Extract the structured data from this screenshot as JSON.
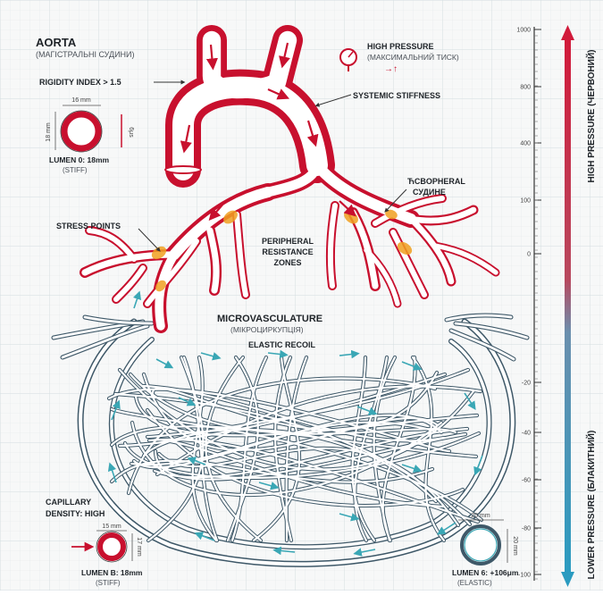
{
  "labels": {
    "aorta_title": "AORTA",
    "aorta_sub": "(МАГІСТРАЛЬНІ СУДИНИ)",
    "rigidity": "RIGIDITY INDEX > 1.5",
    "high_pressure_title": "HIGH PRESSURE",
    "high_pressure_sub": "(МАКСИМАЛЬНИЙ ТИСК)",
    "high_pressure_arrow": "→↑",
    "systemic_stiffness": "SYSTEMIC STIFFNESS",
    "ring_a_dim_top": "16 mm",
    "ring_a_dim_side": "18 mm",
    "ring_a_dim_right": "6μs",
    "lumen_a_line1": "LUMEN 0: 18mm",
    "lumen_a_line2": "(STIFF)",
    "peripheral_line1": "ЋCBOPHERAL",
    "peripheral_line2": "СУДИНЕ",
    "stress_points": "STRESS POINTS",
    "zones_line1": "PERIPHERAL",
    "zones_line2": "RESISTANCE",
    "zones_line3": "ZONES",
    "micro_title": "MICROVASCULATURE",
    "micro_sub": "(МІКРОЦИРКУПЦІЯ)",
    "elastic_recoil": "ELASTIC RECOIL",
    "capillary_line1": "CAPILLARY",
    "capillary_line2": "DENSITY: HIGH",
    "ring_b_dim_top": "15 mm",
    "ring_b_dim_side": "17 mm",
    "lumen_b_line1": "LUMEN B: 18mm",
    "lumen_b_line2": "(STIFF)",
    "ring_c_dim_top": "20 mm",
    "ring_c_dim_side": "20 mm",
    "lumen_c_line1": "LUMEN 6: +106μm",
    "lumen_c_line2": "(ELASTIC)"
  },
  "scale": {
    "ticks": [
      "1000",
      "800",
      "400",
      "100",
      "0",
      "-20",
      "-40",
      "-60",
      "-80",
      "-100"
    ],
    "high_label": "HIGH PRESSURE (ЧЕРВОНИЙ)",
    "low_label": "LOWER PRESSURE (БЛАКИТНИЙ)"
  },
  "colors": {
    "artery": "#c8102e",
    "artery_inner": "#ffffff",
    "vein": "#3e5868",
    "capillary_accent": "#3aa7b5",
    "stress": "#f0a020",
    "grid": "#d3dce0"
  },
  "icons": {
    "gauge": "pressure-gauge-icon"
  }
}
